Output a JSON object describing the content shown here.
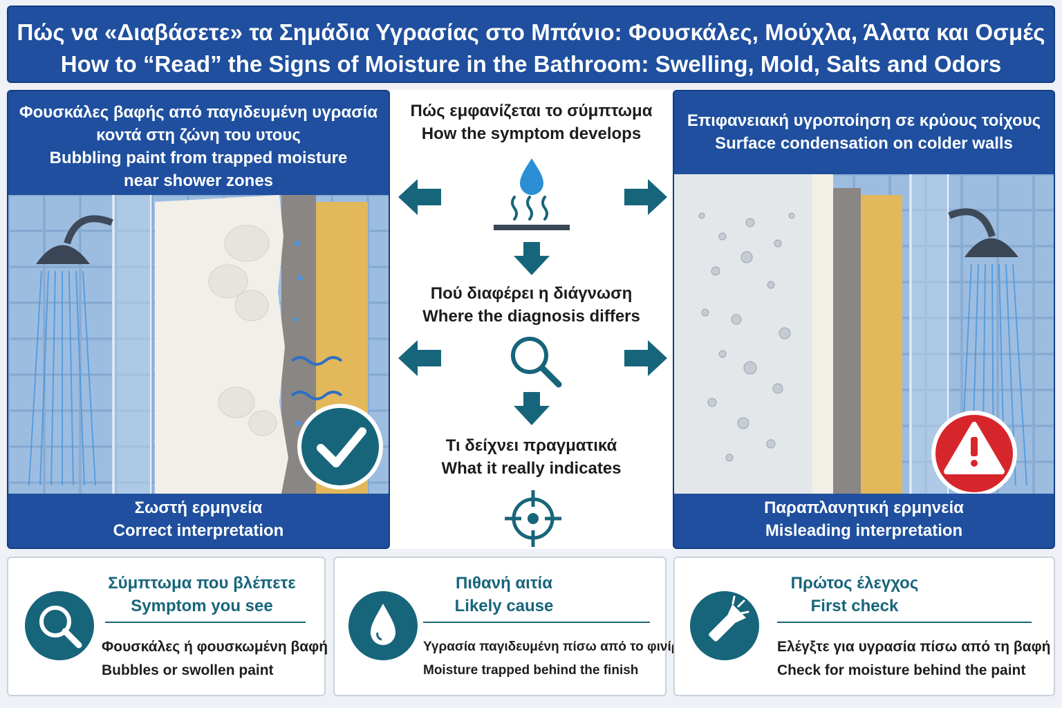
{
  "header": {
    "title_el": "Πώς να «Διαβάσετε» τα Σημάδια Υγρασίας στο Μπάνιο: Φουσκάλες, Μούχλα, Άλατα και Οσμές",
    "title_en": "How to “Read” the Signs of Moisture in the Bathroom: Swelling, Mold, Salts and Odors"
  },
  "left_panel": {
    "title_line1": "Φουσκάλες βαφής από παγιδευμένη υγρασία",
    "title_line2": "κοντά στη ζώνη του υτους",
    "title_line3": "Bubbling paint from trapped moisture",
    "title_line4": "near shower zones",
    "verdict_el": "Σωστή ερμηνεία",
    "verdict_en": "Correct interpretation",
    "badge_icon": "checkmark-icon"
  },
  "right_panel": {
    "title_el": "Επιφανειακή υγροποίηση σε κρύους τοίχους",
    "title_en": "Surface condensation on colder walls",
    "verdict_el": "Παραπλανητική ερμηνεία",
    "verdict_en": "Misleading interpretation",
    "badge_icon": "warning-icon"
  },
  "flow": {
    "step1_el": "Πώς εμφανίζεται το σύμπτωμα",
    "step1_en": "How the symptom develops",
    "step2_el": "Πού διαφέρει η διάγνωση",
    "step2_en": "Where the diagnosis differs",
    "step3_el": "Τι δείχνει πραγματικά",
    "step3_en": "What it really indicates",
    "icons": [
      "water-drop-heat-icon",
      "magnifier-icon",
      "target-icon"
    ]
  },
  "cards": [
    {
      "title_el": "Σύμπτωμα που βλέπετε",
      "title_en": "Symptom you see",
      "text_el": "Φουσκάλες ή φουσκωμένη βαφή",
      "text_en": "Bubbles or swollen paint",
      "icon": "magnifier-icon"
    },
    {
      "title_el": "Πιθανή αιτία",
      "title_en": "Likely cause",
      "text_el": "Υγρασία παγιδευμένη πίσω από το φινίρισμα",
      "text_en": "Moisture trapped behind the finish",
      "icon": "water-drop-icon"
    },
    {
      "title_el": "Πρώτος έλεγχος",
      "title_en": "First check",
      "text_el": "Ελέγξτε για υγρασία πίσω από τη βαφή",
      "text_en": "Check for moisture behind the paint",
      "icon": "flashlight-icon"
    }
  ],
  "colors": {
    "header_blue": "#1f4f9e",
    "teal": "#17657a",
    "warning_red": "#d7262b"
  }
}
